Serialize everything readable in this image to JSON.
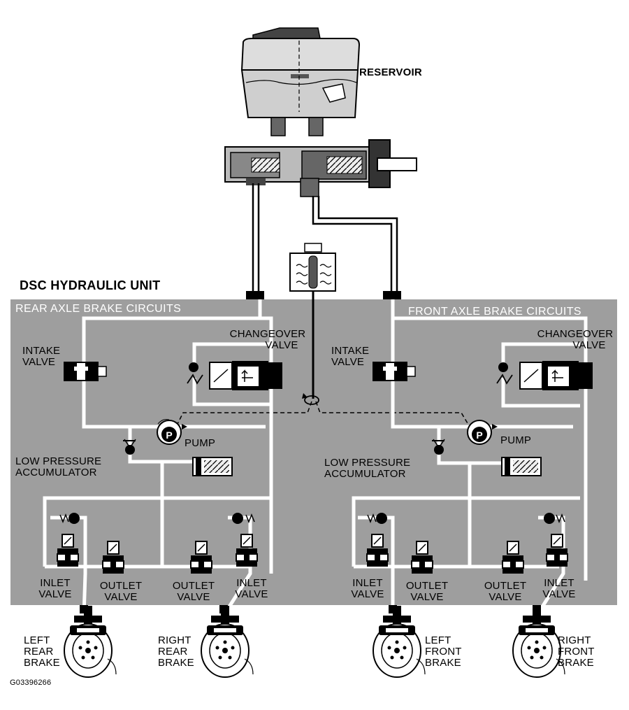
{
  "labels": {
    "reservoir": "RESERVOIR",
    "dsc_unit": "DSC HYDRAULIC UNIT",
    "rear_axle": "REAR AXLE BRAKE CIRCUITS",
    "front_axle": "FRONT AXLE BRAKE CIRCUITS",
    "changeover_l1": "CHANGEOVER",
    "changeover_l2": "VALVE",
    "intake_l1": "INTAKE",
    "intake_l2": "VALVE",
    "pump": "PUMP",
    "lpa_l1": "LOW PRESSURE",
    "lpa_l2": "ACCUMULATOR",
    "inlet_l1": "INLET",
    "inlet_l2": "VALVE",
    "outlet_l1": "OUTLET",
    "outlet_l2": "VALVE",
    "pump_symbol": "P",
    "left_rear": [
      "LEFT",
      "REAR",
      "BRAKE"
    ],
    "right_rear": [
      "RIGHT",
      "REAR",
      "BRAKE"
    ],
    "left_front": [
      "LEFT",
      "FRONT",
      "BRAKE"
    ],
    "right_front": [
      "RIGHT",
      "FRONT",
      "BRAKE"
    ],
    "figure_id": "G03396266"
  },
  "colors": {
    "unit_fill": "#9e9e9e",
    "line": "#ffffff",
    "ink": "#000000"
  }
}
